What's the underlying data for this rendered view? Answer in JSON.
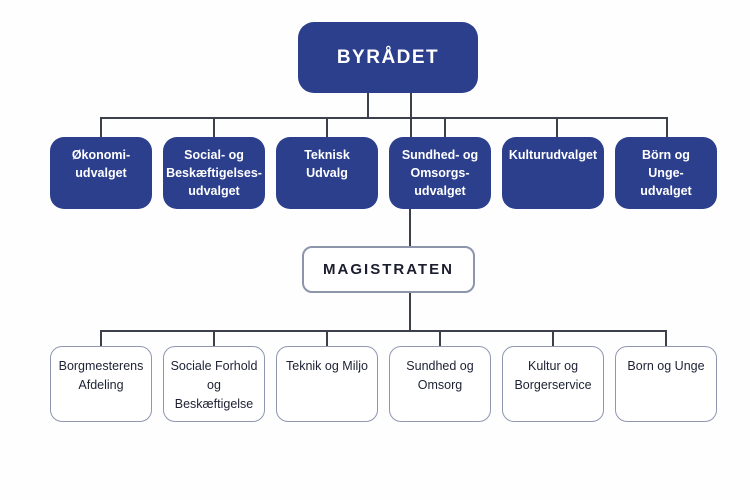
{
  "colors": {
    "committee_fill": "#2c3f8d",
    "committee_text": "#ffffff",
    "department_border": "#8f97ae",
    "dark_text": "#1d2133",
    "connector": "#3c404a"
  },
  "org_chart": {
    "root": {
      "label": "BYRÅDET"
    },
    "committees": [
      {
        "label": "Økonomi-\nudvalget"
      },
      {
        "label": "Social- og\nBeskæftigelses-\nudvalget"
      },
      {
        "label": "Teknisk\nUdvalg"
      },
      {
        "label": "Sundhed- og\nOmsorgs-\nudvalget"
      },
      {
        "label": "Kulturudvalget"
      },
      {
        "label": "Börn og\nUnge-\nudvalget"
      }
    ],
    "magistrate": {
      "label": "MAGISTRATEN"
    },
    "departments": [
      {
        "label": "Borgmesterens\nAfdeling"
      },
      {
        "label": "Sociale Forhold\nog\nBeskæftigelse"
      },
      {
        "label": "Teknik og Miljo"
      },
      {
        "label": "Sundhed og\nOmsorg"
      },
      {
        "label": "Kultur og\nBorgerservice"
      },
      {
        "label": "Born og Unge"
      }
    ]
  }
}
